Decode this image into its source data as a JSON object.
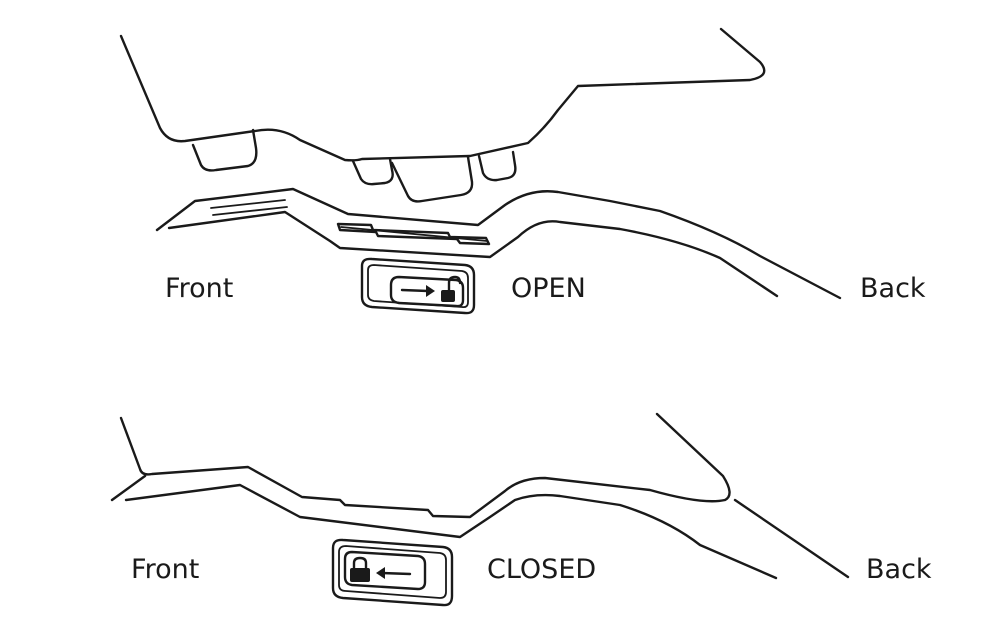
{
  "panels": [
    {
      "state_label": "OPEN",
      "front_label": "Front",
      "back_label": "Back",
      "button_icon": "lock-open-icon"
    },
    {
      "state_label": "CLOSED",
      "front_label": "Front",
      "back_label": "Back",
      "button_icon": "lock-closed-icon"
    }
  ],
  "colors": {
    "line": "#1a1a1a",
    "background": "#ffffff"
  }
}
